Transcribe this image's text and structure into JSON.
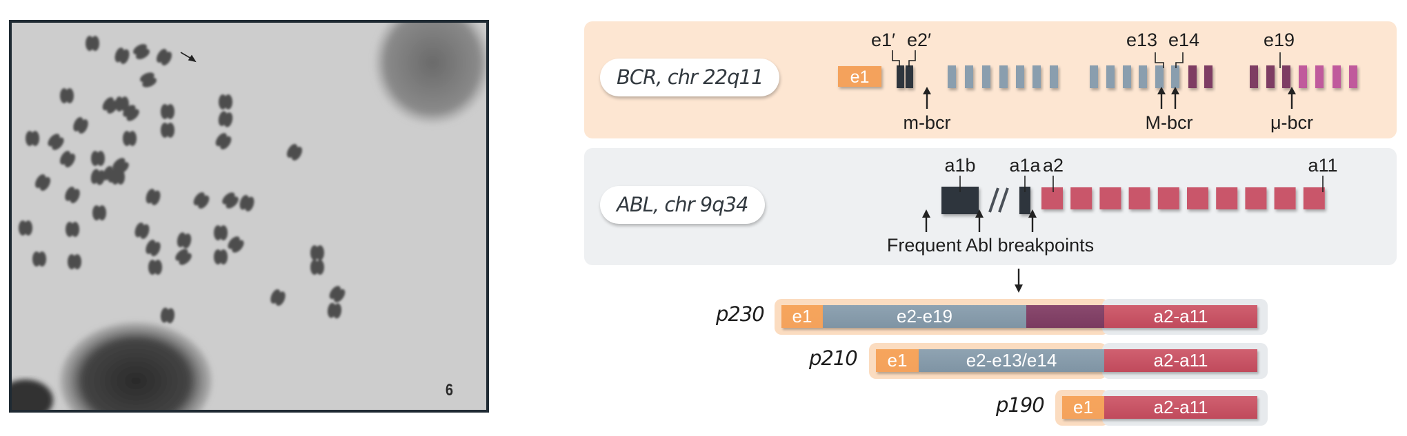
{
  "micrograph": {
    "plate_number": "6",
    "annotation_arrow": "arrow pointing at small chromosome (Philadelphia chromosome)"
  },
  "bcr": {
    "label": "BCR, chr 22q11",
    "exon_labels": {
      "e1": "e1",
      "e1p": "e1′",
      "e2p": "e2′",
      "e13": "e13",
      "e14": "e14",
      "e19": "e19"
    },
    "breakpoint_labels": {
      "minor": "m-bcr",
      "major": "M-bcr",
      "micro": "μ-bcr"
    },
    "exons": [
      {
        "id": "e1",
        "type": "e1"
      },
      {
        "id": "e1p",
        "type": "dark"
      },
      {
        "id": "e2p",
        "type": "dark"
      },
      {
        "id": "b1",
        "type": "grey"
      },
      {
        "id": "b2",
        "type": "grey"
      },
      {
        "id": "b3",
        "type": "grey"
      },
      {
        "id": "b4",
        "type": "grey"
      },
      {
        "id": "b5",
        "type": "grey"
      },
      {
        "id": "b6",
        "type": "grey"
      },
      {
        "id": "b7",
        "type": "grey"
      },
      {
        "id": "b8",
        "type": "grey"
      },
      {
        "id": "b9",
        "type": "grey"
      },
      {
        "id": "b10",
        "type": "grey"
      },
      {
        "id": "b11",
        "type": "grey"
      },
      {
        "id": "e13",
        "type": "grey"
      },
      {
        "id": "e14",
        "type": "grey"
      },
      {
        "id": "p1",
        "type": "purple"
      },
      {
        "id": "p2",
        "type": "purple"
      },
      {
        "id": "p3",
        "type": "purple"
      },
      {
        "id": "p4",
        "type": "purple"
      },
      {
        "id": "e19",
        "type": "purple"
      },
      {
        "id": "m1",
        "type": "magenta"
      },
      {
        "id": "m2",
        "type": "magenta"
      },
      {
        "id": "m3",
        "type": "magenta"
      },
      {
        "id": "m4",
        "type": "magenta"
      }
    ]
  },
  "abl": {
    "label": "ABL, chr 9q34",
    "exon_labels": {
      "a1b": "a1b",
      "a1a": "a1a",
      "a2": "a2",
      "a11": "a11"
    },
    "breakpoint_label": "Frequent Abl breakpoints",
    "abl_exon_count": 10
  },
  "fusions": [
    {
      "name": "p230",
      "segments": [
        {
          "label": "e1",
          "type": "e1"
        },
        {
          "label": "e2-e19",
          "type": "bcr"
        },
        {
          "label": "",
          "type": "mu"
        },
        {
          "label": "a2-a11",
          "type": "abl"
        }
      ]
    },
    {
      "name": "p210",
      "segments": [
        {
          "label": "e1",
          "type": "e1"
        },
        {
          "label": "e2-e13/e14",
          "type": "bcr"
        },
        {
          "label": "a2-a11",
          "type": "abl"
        }
      ]
    },
    {
      "name": "p190",
      "segments": [
        {
          "label": "e1",
          "type": "e1"
        },
        {
          "label": "a2-a11",
          "type": "abl"
        }
      ]
    }
  ],
  "colors": {
    "bcr_panel": "#fde6d2",
    "abl_panel": "#eef0f2",
    "e1_orange": "#f4a25c",
    "bcr_grey": "#8a9eae",
    "dark_exon": "#2e353d",
    "bcr_purple": "#7e3c64",
    "bcr_magenta": "#c05a9c",
    "abl_red": "#c9566a",
    "backbone": "#4a5058"
  }
}
